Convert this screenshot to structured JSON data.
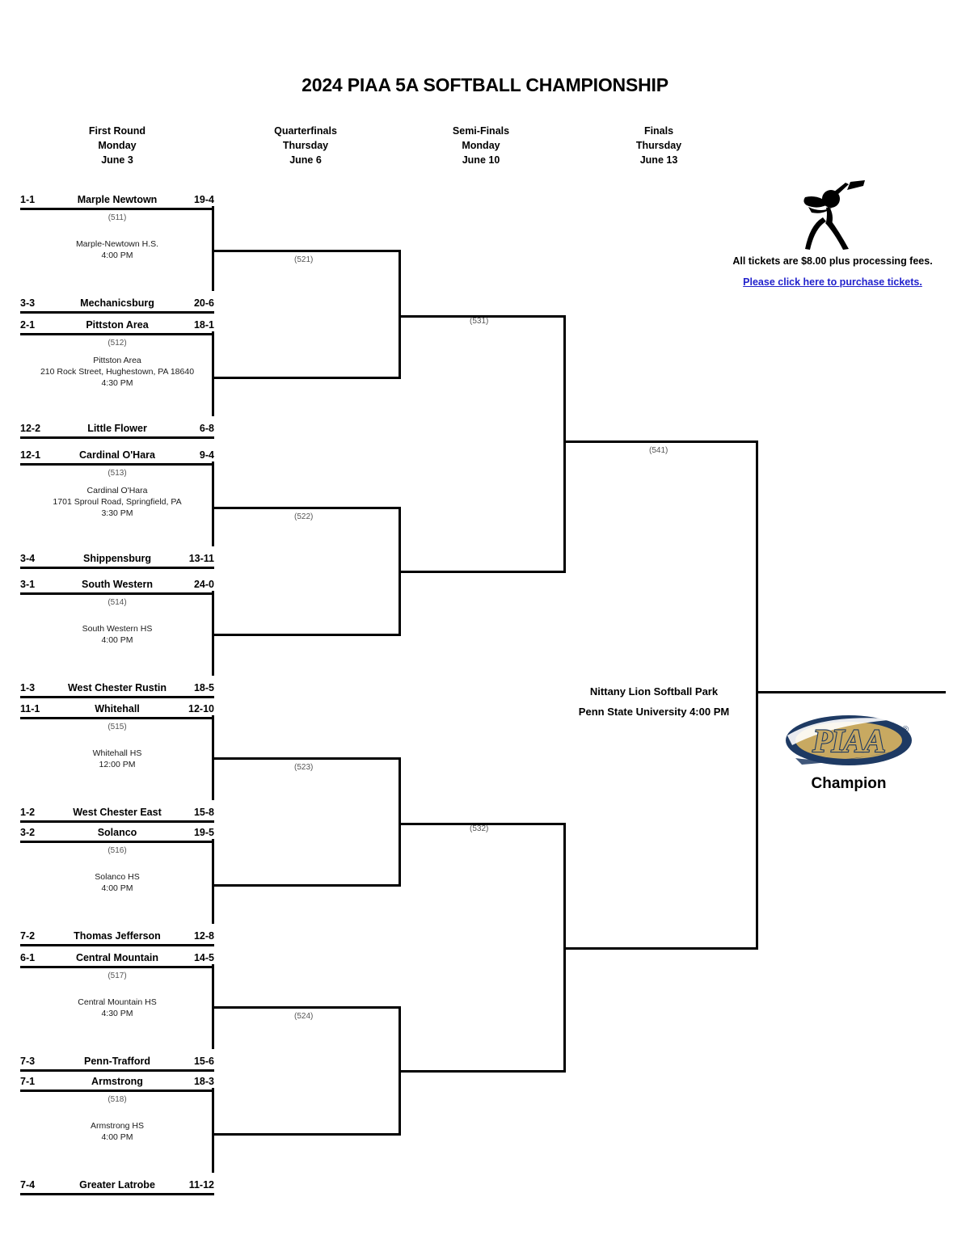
{
  "title": "2024 PIAA 5A SOFTBALL CHAMPIONSHIP",
  "rounds": [
    {
      "name": "First Round",
      "day": "Monday",
      "date": "June 3"
    },
    {
      "name": "Quarterfinals",
      "day": "Thursday",
      "date": "June 6"
    },
    {
      "name": "Semi-Finals",
      "day": "Monday",
      "date": "June 10"
    },
    {
      "name": "Finals",
      "day": "Thursday",
      "date": "June 13"
    }
  ],
  "first_round": [
    {
      "code": "(511)",
      "venue_lines": [
        "Marple-Newtown H.S."
      ],
      "time": "4:00 PM",
      "top": {
        "seed": "1-1",
        "name": "Marple Newtown",
        "record": "19-4"
      },
      "bottom": {
        "seed": "3-3",
        "name": "Mechanicsburg",
        "record": "20-6"
      }
    },
    {
      "code": "(512)",
      "venue_lines": [
        "Pittston Area",
        "210 Rock Street, Hughestown, PA 18640"
      ],
      "time": "4:30 PM",
      "top": {
        "seed": "2-1",
        "name": "Pittston Area",
        "record": "18-1"
      },
      "bottom": {
        "seed": "12-2",
        "name": "Little Flower",
        "record": "6-8"
      }
    },
    {
      "code": "(513)",
      "venue_lines": [
        "Cardinal O'Hara",
        "1701 Sproul Road, Springfield, PA"
      ],
      "time": "3:30 PM",
      "top": {
        "seed": "12-1",
        "name": "Cardinal O'Hara",
        "record": "9-4"
      },
      "bottom": {
        "seed": "3-4",
        "name": "Shippensburg",
        "record": "13-11"
      }
    },
    {
      "code": "(514)",
      "venue_lines": [
        "South Western HS"
      ],
      "time": "4:00 PM",
      "top": {
        "seed": "3-1",
        "name": "South Western",
        "record": "24-0"
      },
      "bottom": {
        "seed": "1-3",
        "name": "West Chester Rustin",
        "record": "18-5"
      }
    },
    {
      "code": "(515)",
      "venue_lines": [
        "Whitehall HS"
      ],
      "time": "12:00 PM",
      "top": {
        "seed": "11-1",
        "name": "Whitehall",
        "record": "12-10"
      },
      "bottom": {
        "seed": "1-2",
        "name": "West Chester East",
        "record": "15-8"
      }
    },
    {
      "code": "(516)",
      "venue_lines": [
        "Solanco HS"
      ],
      "time": "4:00 PM",
      "top": {
        "seed": "3-2",
        "name": "Solanco",
        "record": "19-5"
      },
      "bottom": {
        "seed": "7-2",
        "name": "Thomas Jefferson",
        "record": "12-8"
      }
    },
    {
      "code": "(517)",
      "venue_lines": [
        "Central Mountain HS"
      ],
      "time": "4:30 PM",
      "top": {
        "seed": "6-1",
        "name": "Central Mountain",
        "record": "14-5"
      },
      "bottom": {
        "seed": "7-3",
        "name": "Penn-Trafford",
        "record": "15-6"
      }
    },
    {
      "code": "(518)",
      "venue_lines": [
        "Armstrong HS"
      ],
      "time": "4:00 PM",
      "top": {
        "seed": "7-1",
        "name": "Armstrong",
        "record": "18-3"
      },
      "bottom": {
        "seed": "7-4",
        "name": "Greater Latrobe",
        "record": "11-12"
      }
    }
  ],
  "quarterfinals": [
    {
      "code": "(521)"
    },
    {
      "code": "(522)"
    },
    {
      "code": "(523)"
    },
    {
      "code": "(524)"
    }
  ],
  "semifinals": [
    {
      "code": "(531)"
    },
    {
      "code": "(532)"
    }
  ],
  "finals": {
    "code": "(541)"
  },
  "tickets": {
    "icon": "batter-icon",
    "price_note": "All tickets are $8.00 plus processing fees.",
    "link_text": "Please click here to purchase tickets.",
    "link_color": "#2222cc"
  },
  "finals_venue": {
    "line1": "Nittany Lion Softball Park",
    "line2": "Penn State University 4:00 PM"
  },
  "champion": {
    "logo_text": "PIAA",
    "logo_registered": "®",
    "label": "Champion",
    "logo_navy": "#1e3a63",
    "logo_gold": "#c8a961"
  }
}
